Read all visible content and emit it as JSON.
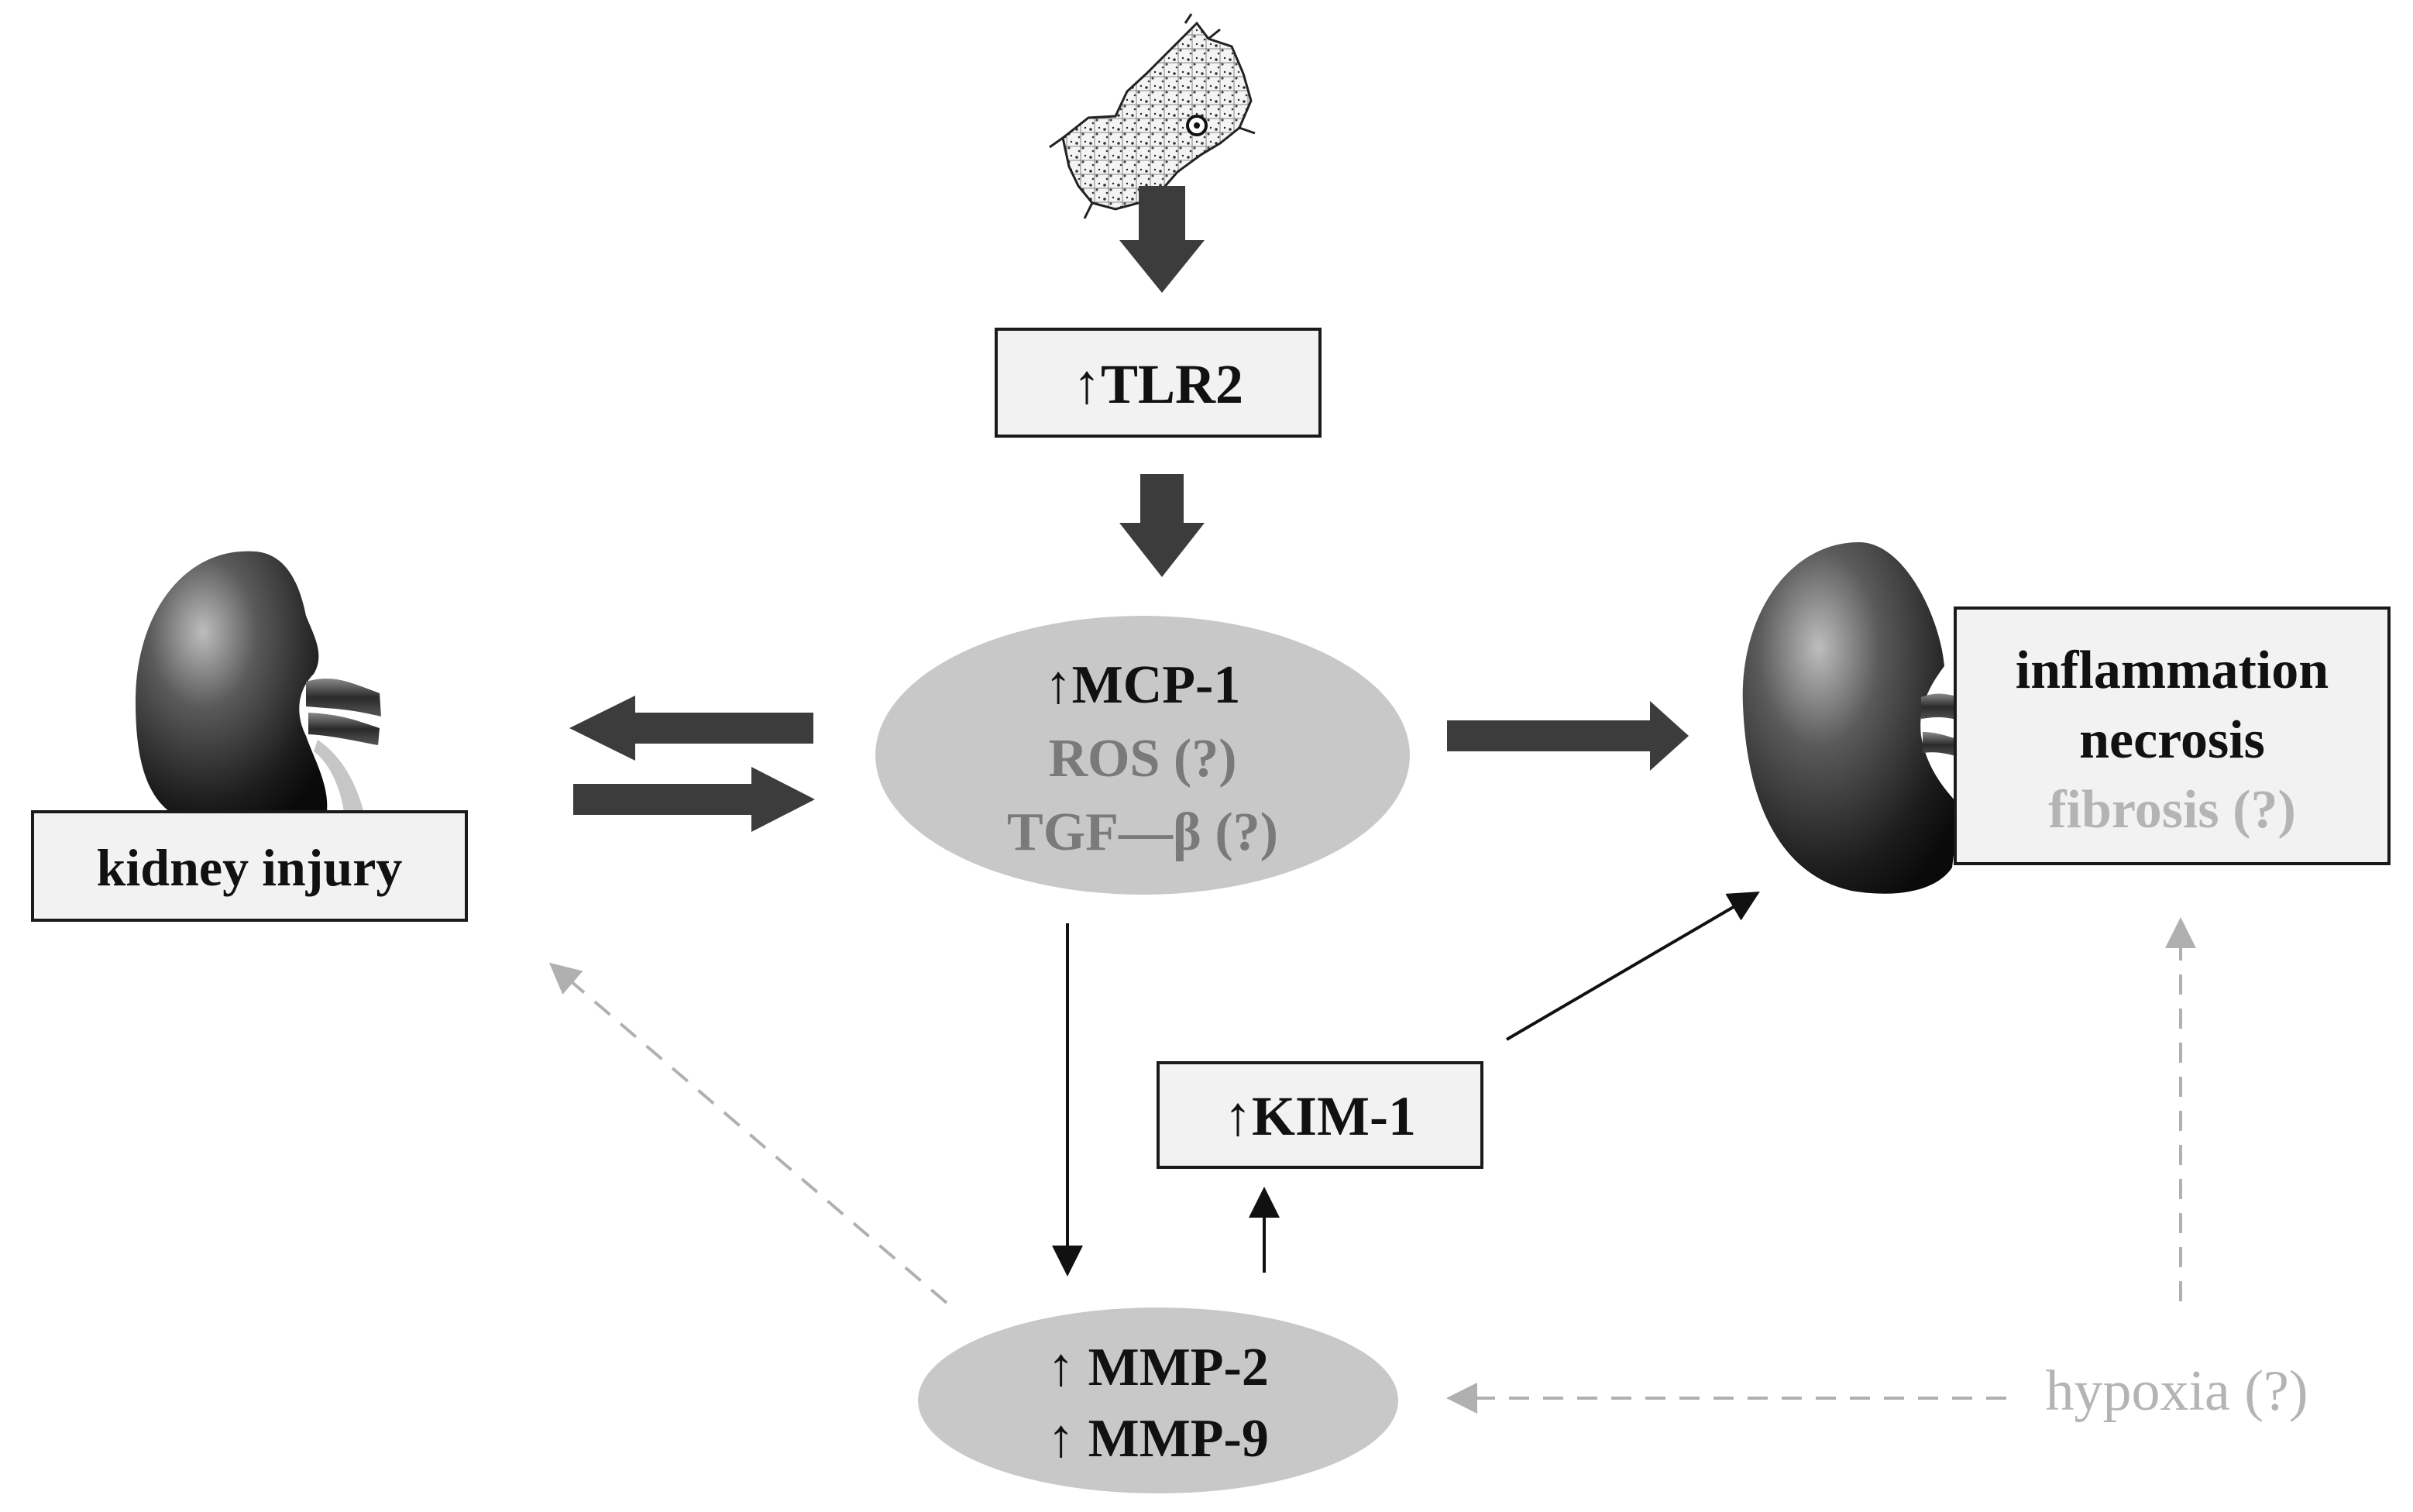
{
  "nodes": {
    "tlr2": "↑TLR2",
    "mcp1": "↑MCP-1",
    "ros": "ROS (?)",
    "tgfb": "TGF—β (?)",
    "kidney_injury": "kidney injury",
    "inflammation": "inflammation",
    "necrosis": "necrosis",
    "fibrosis": "fibrosis (?)",
    "kim1": "↑KIM-1",
    "mmp2": "↑ MMP-2",
    "mmp9": "↑ MMP-9",
    "hypoxia": "hypoxia (?)"
  },
  "icons": {
    "top_molecule": "molecule-structure-icon",
    "left_kidney": "kidney-icon",
    "right_kidney": "kidney-icon"
  },
  "colors": {
    "dark_arrow": "#3c3c3c",
    "ellipse": "#c8c8c8",
    "box_fill": "#f2f2f2",
    "text_dark": "#111111",
    "text_gray": "#7a7a7a",
    "text_light": "#b4b4b4",
    "dashed_line": "#b0b0b0"
  }
}
